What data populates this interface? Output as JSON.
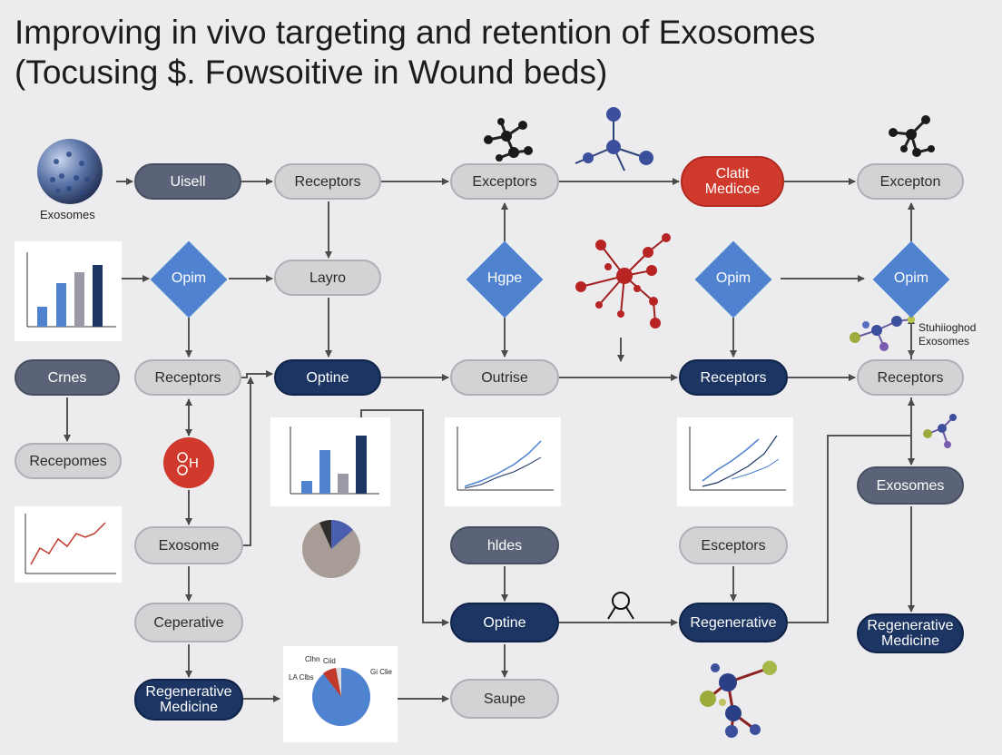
{
  "title": {
    "line1": "Improving in vivo targeting and retention of Exosomes",
    "line2": "(Tocusing $. Fowsoitive in Wound beds)"
  },
  "labels": {
    "exosomes_caption": "Exosomes",
    "side_caption_1": "Stuhiioghod",
    "side_caption_2": "Exosomes",
    "pie_label_a": "Clhn",
    "pie_label_b": "Ciid",
    "pie_label_c": "LA Clbs",
    "pie_label_d": "Gi Clie"
  },
  "nodes": {
    "uisell": "Uisell",
    "receptors_top": "Receptors",
    "exceptors_top": "Exceptors",
    "clatit_1": "Clatit",
    "clatit_2": "Medicoe",
    "exception_top": "Excepton",
    "layro": "Layro",
    "crnes": "Crnes",
    "receptors_left": "Receptors",
    "optine_mid": "Optine",
    "outrise": "Outrise",
    "receptors_mid": "Receptors",
    "receptors_right": "Receptors",
    "recepomes": "Recepomes",
    "exosomes_right": "Exosomes",
    "exosome": "Exosome",
    "hldes": "hldes",
    "esceptors": "Esceptors",
    "ceperative": "Ceperative",
    "optine_low": "Optine",
    "regenerative": "Regenerative",
    "regen_med_left_1": "Regenerative",
    "regen_med_left_2": "Medicine",
    "regen_med_right_1": "Regenerative",
    "regen_med_right_2": "Medicine",
    "saupe": "Saupe"
  },
  "diamonds": {
    "opim_1": "Opim",
    "hgpe": "Hgpe",
    "opim_2": "Opim",
    "opim_3": "Opim"
  },
  "icons": {
    "exosome": "exosome-sphere-icon",
    "molecule": "molecule-icon",
    "chem": "chemical-structure-icon",
    "magnifier": "magnifier-icon"
  },
  "colors": {
    "light": "#d2d3d5",
    "slate": "#5a6377",
    "navy": "#1c3563",
    "red": "#cf3a2d",
    "diamond": "#4f82cf"
  }
}
